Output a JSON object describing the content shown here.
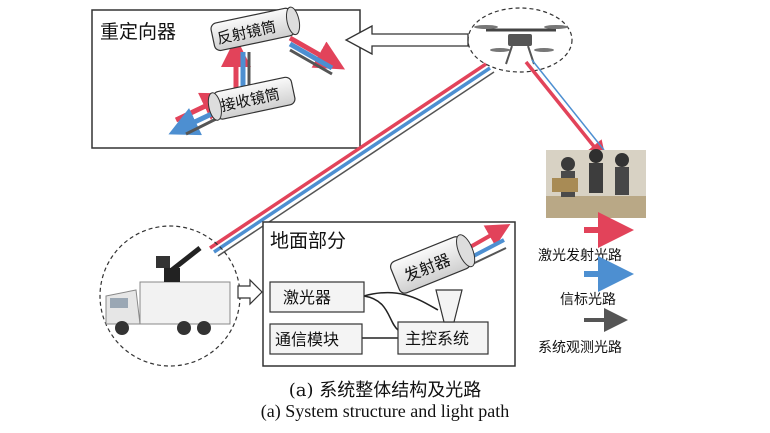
{
  "redirector": {
    "title": "重定向器",
    "reflector_label": "反射镜筒",
    "receiver_label": "接收镜筒"
  },
  "ground": {
    "title": "地面部分",
    "laser_label": "激光器",
    "comm_label": "通信模块",
    "master_label": "主控系统",
    "transmitter_label": "发射器"
  },
  "legend": {
    "items": [
      {
        "label": "激光发射光路",
        "color": "#e2435a"
      },
      {
        "label": "信标光路",
        "color": "#4d8fd1"
      },
      {
        "label": "系统观测光路",
        "color": "#555555"
      }
    ]
  },
  "captions": {
    "cn": "(a) 系统整体结构及光路",
    "en": "(a) System structure and light path"
  },
  "colors": {
    "laser": "#e2435a",
    "beacon": "#4d8fd1",
    "observe": "#555555",
    "box_fill": "#f4f4f4"
  }
}
